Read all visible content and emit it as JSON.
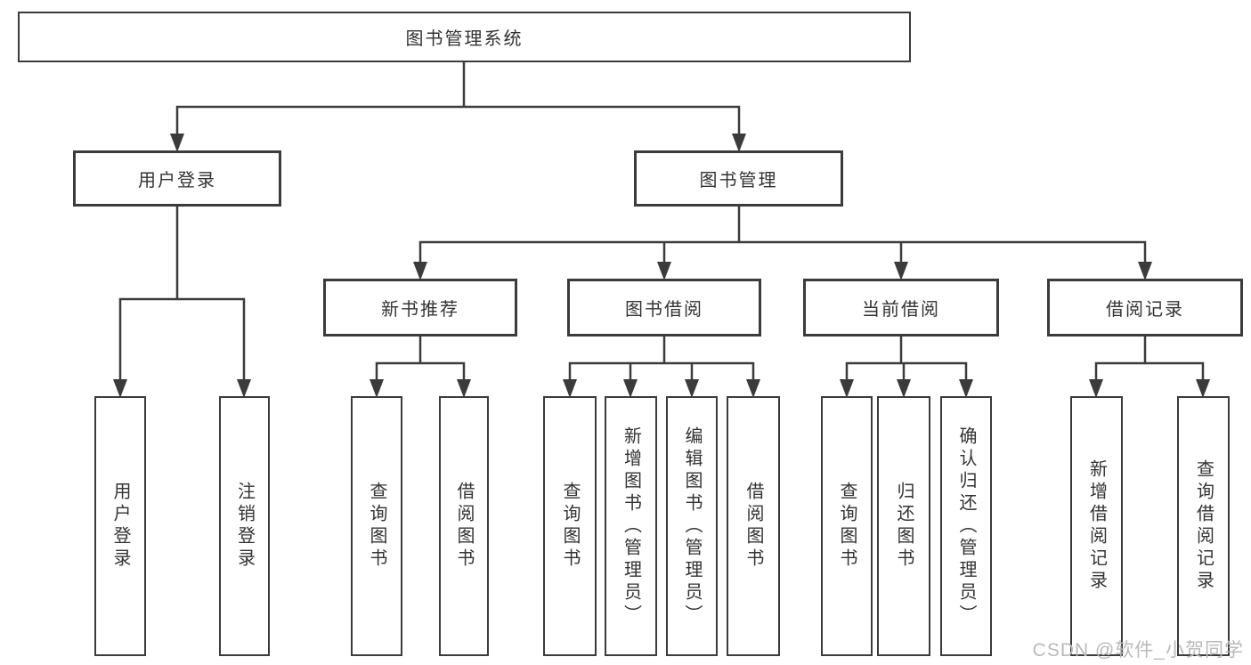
{
  "diagram": {
    "type": "hierarchy-tree",
    "title": "图书管理系统"
  },
  "nodes": {
    "root": {
      "label": "图书管理系统"
    },
    "user_login": {
      "label": "用户登录"
    },
    "book_management": {
      "label": "图书管理"
    },
    "new_book_recommend": {
      "label": "新书推荐"
    },
    "book_borrowing": {
      "label": "图书借阅"
    },
    "current_borrowing": {
      "label": "当前借阅"
    },
    "borrowing_records": {
      "label": "借阅记录"
    },
    "leaf_user_login": {
      "label": "用户登录"
    },
    "leaf_logout": {
      "label": "注销登录"
    },
    "leaf_nbr_query_books": {
      "label": "查询图书"
    },
    "leaf_nbr_borrow_books": {
      "label": "借阅图书"
    },
    "leaf_bb_query_books": {
      "label": "查询图书"
    },
    "leaf_bb_add_books": {
      "label": "新增图书（管理员）"
    },
    "leaf_bb_edit_books": {
      "label": "编辑图书（管理员）"
    },
    "leaf_bb_borrow_books": {
      "label": "借阅图书"
    },
    "leaf_cb_query_books": {
      "label": "查询图书"
    },
    "leaf_cb_return_books": {
      "label": "归还图书"
    },
    "leaf_cb_confirm_return": {
      "label": "确认归还（管理员）"
    },
    "leaf_br_add_record": {
      "label": "新增借阅记录"
    },
    "leaf_br_query_record": {
      "label": "查询借阅记录"
    }
  },
  "hierarchy": {
    "root": [
      "user_login",
      "book_management"
    ],
    "user_login": [
      "leaf_user_login",
      "leaf_logout"
    ],
    "book_management": [
      "new_book_recommend",
      "book_borrowing",
      "current_borrowing",
      "borrowing_records"
    ],
    "new_book_recommend": [
      "leaf_nbr_query_books",
      "leaf_nbr_borrow_books"
    ],
    "book_borrowing": [
      "leaf_bb_query_books",
      "leaf_bb_add_books",
      "leaf_bb_edit_books",
      "leaf_bb_borrow_books"
    ],
    "current_borrowing": [
      "leaf_cb_query_books",
      "leaf_cb_return_books",
      "leaf_cb_confirm_return"
    ],
    "borrowing_records": [
      "leaf_br_add_record",
      "leaf_br_query_record"
    ]
  },
  "watermark": {
    "text": "CSDN @软件_小贺同学"
  },
  "colors": {
    "line": "#3b3b3b",
    "text": "#333333",
    "watermark_text": "#b9b9b9",
    "background": "#ffffff"
  }
}
